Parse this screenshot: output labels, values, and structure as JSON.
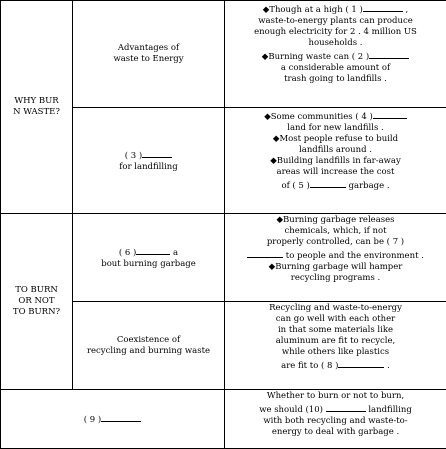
{
  "rows": {
    "why": {
      "header": [
        "WHY BUR",
        "N WASTE?"
      ],
      "advantages": {
        "label": [
          "Advantages of",
          "waste to Energy"
        ],
        "lines": [
          "◆Though at a high ( 1 )",
          "waste-to-energy plants can produce",
          "enough electricity for 2 . 4 million US",
          "households .",
          "◆Burning waste can ( 2 )",
          "a considerable amount of",
          "trash going to landfills ."
        ]
      },
      "landfilling": {
        "label_num": "( 3 )",
        "label_text": "for landfilling",
        "lines": [
          "◆Some communities ( 4 )",
          "land for new landfills .",
          "◆Most people refuse to build",
          "landfills around .",
          "◆Building landfills in far-away",
          "areas will increase the cost",
          "of ( 5 )",
          "garbage ."
        ]
      }
    },
    "toburn": {
      "header": [
        "TO BURN",
        "OR NOT",
        "TO BURN?"
      ],
      "worries": {
        "label_num": "( 6 )",
        "label_a": "a",
        "label_text": "bout burning garbage",
        "lines": [
          "◆Burning garbage releases",
          "chemicals, which, if not",
          "properly controlled, can be ( 7 )",
          "to people and the environment .",
          "◆Burning garbage will hamper",
          "recycling programs ."
        ]
      },
      "coexistence": {
        "label": [
          "Coexistence of",
          "recycling and burning waste"
        ],
        "lines": [
          "Recycling and waste-to-energy",
          "can go well with each other",
          "in that some materials like",
          "aluminum are fit to recycle,",
          "while others like plastics",
          "are fit to ( 8 )",
          "."
        ]
      }
    },
    "conclusion": {
      "label": "( 9 )",
      "lines": [
        "Whether to burn or not to burn,",
        "we should (10)",
        "landfilling",
        "with both recycling and waste-to-",
        "energy to deal with garbage ."
      ]
    }
  }
}
